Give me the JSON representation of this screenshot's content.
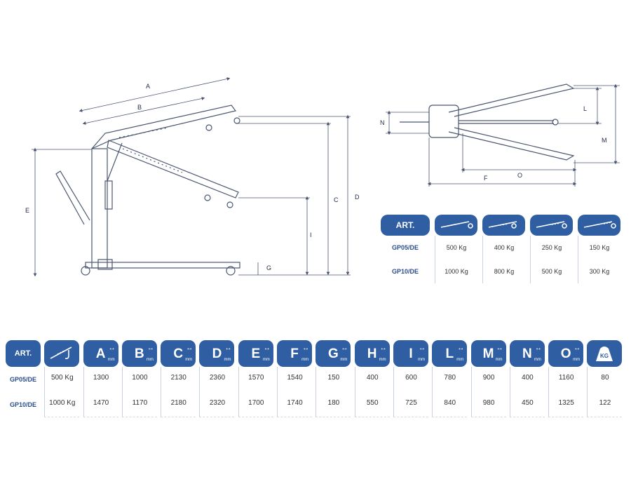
{
  "side_view": {
    "dim_labels": [
      "A",
      "B",
      "C",
      "D",
      "E",
      "G",
      "I"
    ]
  },
  "top_view": {
    "dim_labels": [
      "N",
      "L",
      "M",
      "F",
      "O"
    ]
  },
  "load_table": {
    "header": "ART.",
    "positions": [
      "boom-position-1",
      "boom-position-2",
      "boom-position-3",
      "boom-position-4"
    ],
    "rows": [
      {
        "model": "GP05/DE",
        "values": [
          "500 Kg",
          "400 Kg",
          "250 Kg",
          "150 Kg"
        ]
      },
      {
        "model": "GP10/DE",
        "values": [
          "1000 Kg",
          "800 Kg",
          "500 Kg",
          "300 Kg"
        ]
      }
    ]
  },
  "spec_table": {
    "header": "ART.",
    "unit": "mm",
    "weight_icon_label": "KG",
    "columns": [
      "A",
      "B",
      "C",
      "D",
      "E",
      "F",
      "G",
      "H",
      "I",
      "L",
      "M",
      "N",
      "O"
    ],
    "rows": [
      {
        "model": "GP05/DE",
        "capacity": "500 Kg",
        "values": [
          "1300",
          "1000",
          "2130",
          "2360",
          "1570",
          "1540",
          "150",
          "400",
          "600",
          "780",
          "900",
          "400",
          "1160"
        ],
        "weight": "80"
      },
      {
        "model": "GP10/DE",
        "capacity": "1000 Kg",
        "values": [
          "1470",
          "1170",
          "2180",
          "2320",
          "1700",
          "1740",
          "180",
          "550",
          "725",
          "840",
          "980",
          "450",
          "1325"
        ],
        "weight": "122"
      }
    ]
  },
  "colors": {
    "accent": "#2f5ea3",
    "line": "#4a5670"
  }
}
